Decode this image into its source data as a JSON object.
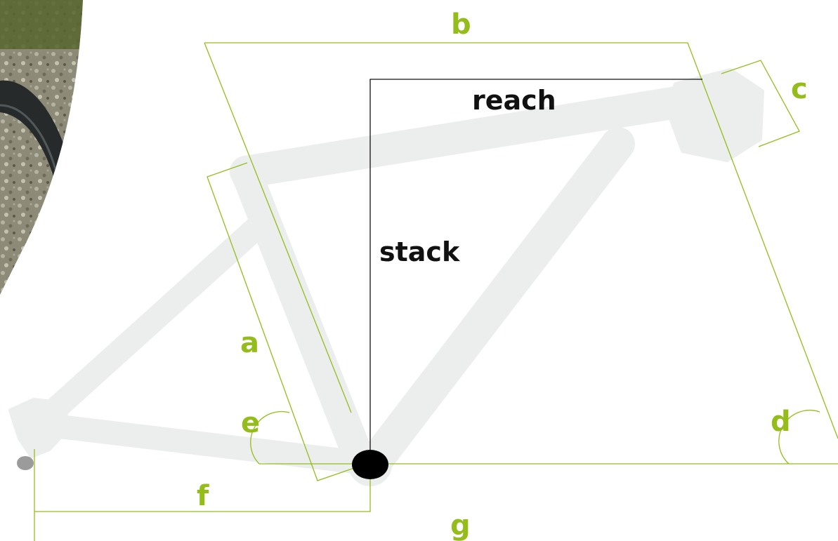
{
  "accent_color": "#94bd1c",
  "frame_color": "#eceeed",
  "measure_line_color": "#111111",
  "labels": {
    "a": "a",
    "b": "b",
    "c": "c",
    "d": "d",
    "e": "e",
    "f": "f",
    "g": "g",
    "reach": "reach",
    "stack": "stack"
  },
  "photo_icon": "mountain-bike-photo-icon"
}
